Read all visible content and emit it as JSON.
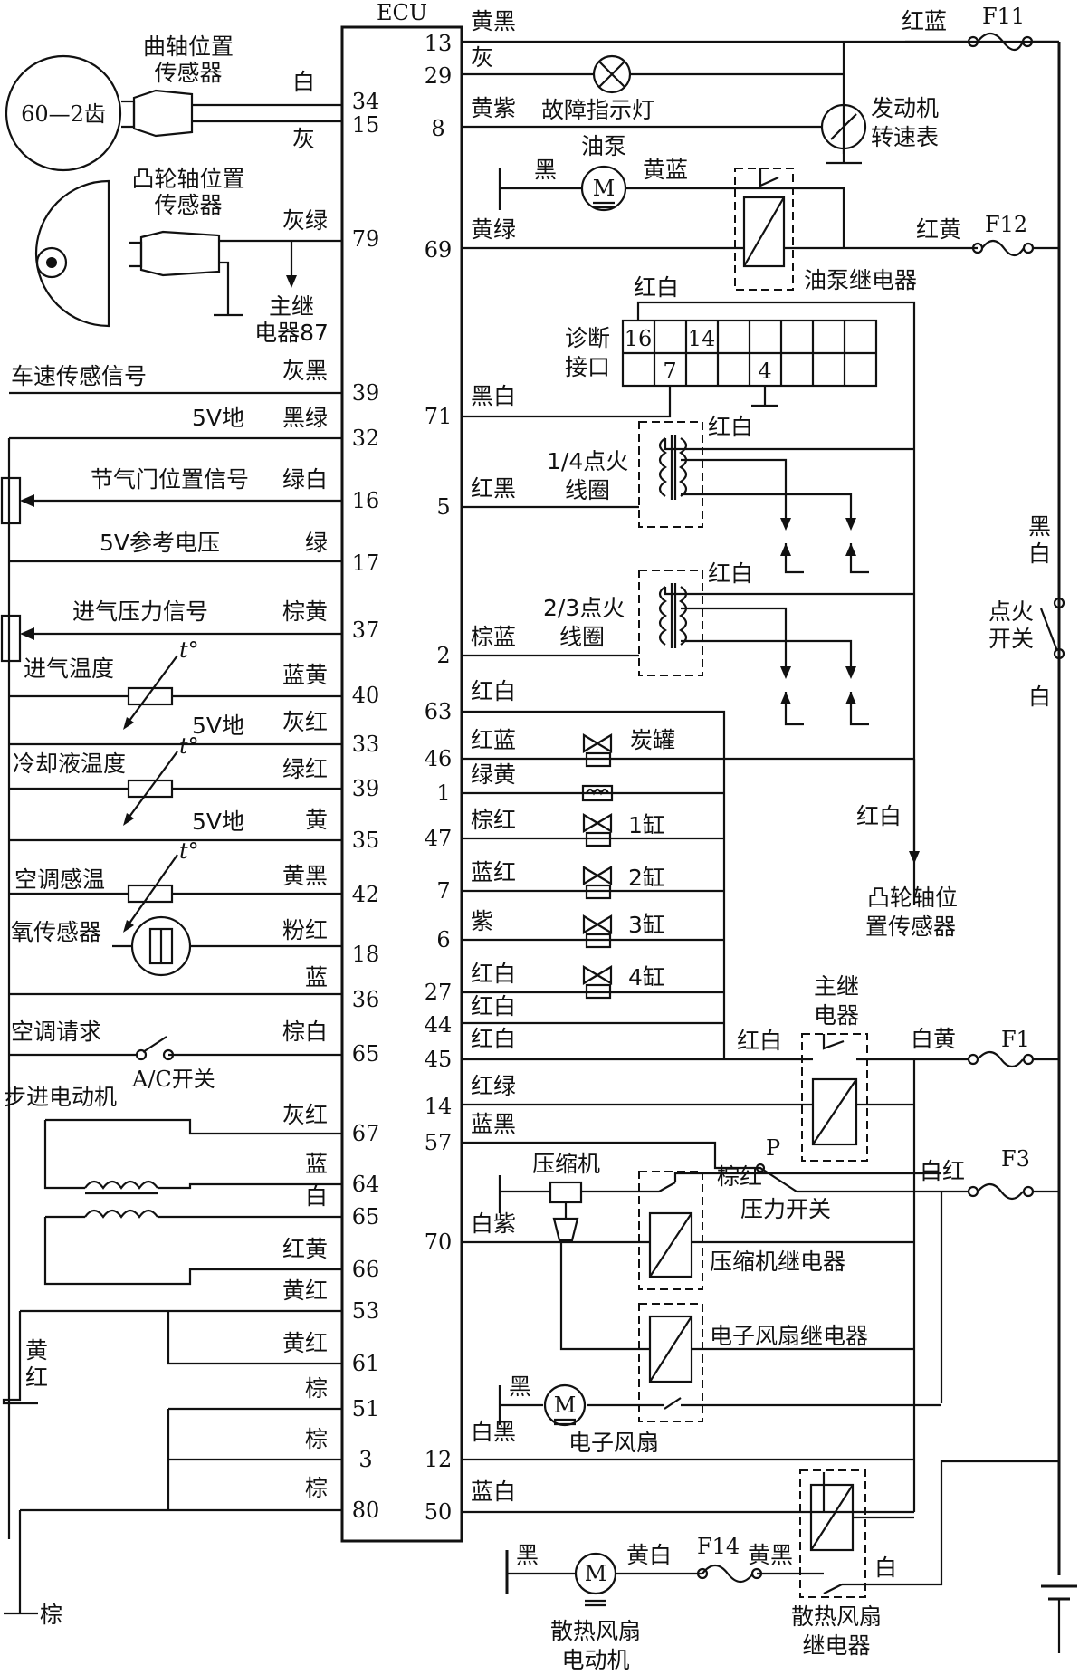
{
  "ecu": {
    "title": "ECU"
  },
  "left": {
    "crank_title": [
      "曲轴位置",
      "传感器"
    ],
    "crank_wheel": "60—2齿",
    "cam_title": [
      "凸轮轴位置",
      "传感器"
    ],
    "main_relay_87": [
      "主继",
      "电器87"
    ],
    "vss": "车速传感信号",
    "gnd5v": "5V地",
    "tps": "节气门位置信号",
    "vref": "5V参考电压",
    "map": "进气压力信号",
    "iat": "进气温度",
    "ect": "冷却液温度",
    "ac_temp": "空调感温",
    "o2": "氧传感器",
    "ac_req": "空调请求",
    "ac_switch": "A/C开关",
    "stepper": "步进电动机",
    "temp_symbol": "t°",
    "ground_yellow_red": [
      "黄",
      "红"
    ],
    "ground_brown": "棕"
  },
  "left_wires": [
    {
      "color": "白",
      "pin": "34"
    },
    {
      "color": "灰",
      "pin": "15"
    },
    {
      "color": "灰绿",
      "pin": "79"
    },
    {
      "color": "灰黑",
      "pin": "39"
    },
    {
      "color": "黑绿",
      "pin": "32"
    },
    {
      "color": "绿白",
      "pin": "16"
    },
    {
      "color": "绿",
      "pin": "17"
    },
    {
      "color": "棕黄",
      "pin": "37"
    },
    {
      "color": "蓝黄",
      "pin": "40"
    },
    {
      "color": "灰红",
      "pin": "33"
    },
    {
      "color": "绿红",
      "pin": "39"
    },
    {
      "color": "黄",
      "pin": "35"
    },
    {
      "color": "黄黑",
      "pin": "42"
    },
    {
      "color": "粉红",
      "pin": "18"
    },
    {
      "color": "蓝",
      "pin": "36"
    },
    {
      "color": "棕白",
      "pin": "65"
    },
    {
      "color": "灰红",
      "pin": "67"
    },
    {
      "color": "蓝",
      "pin": "64"
    },
    {
      "color": "白",
      "pin": "65"
    },
    {
      "color": "红黄",
      "pin": "66"
    },
    {
      "color": "黄红",
      "pin": "53"
    },
    {
      "color": "黄红",
      "pin": "61"
    },
    {
      "color": "棕",
      "pin": "51"
    },
    {
      "color": "棕",
      "pin": "3"
    },
    {
      "color": "棕",
      "pin": "80"
    }
  ],
  "right_wires": [
    {
      "color": "黄黑",
      "pin": "13"
    },
    {
      "color": "灰",
      "pin": "29"
    },
    {
      "color": "黄紫",
      "pin": "8"
    },
    {
      "color": "黄绿",
      "pin": "69"
    },
    {
      "color": "黑白",
      "pin": "71"
    },
    {
      "color": "红黑",
      "pin": "5"
    },
    {
      "color": "棕蓝",
      "pin": "2"
    },
    {
      "color": "红白",
      "pin": "63"
    },
    {
      "color": "红蓝",
      "pin": "46"
    },
    {
      "color": "绿黄",
      "pin": "1"
    },
    {
      "color": "棕红",
      "pin": "47"
    },
    {
      "color": "蓝红",
      "pin": "7"
    },
    {
      "color": "紫",
      "pin": "6"
    },
    {
      "color": "红白",
      "pin": "27"
    },
    {
      "color": "红白",
      "pin": "44"
    },
    {
      "color": "红白",
      "pin": "45"
    },
    {
      "color": "红绿",
      "pin": "14"
    },
    {
      "color": "蓝黑",
      "pin": "57"
    },
    {
      "color": "白紫",
      "pin": "70"
    },
    {
      "color": "白黑",
      "pin": "12"
    },
    {
      "color": "蓝白",
      "pin": "50"
    }
  ],
  "right": {
    "fault_lamp": "故障指示灯",
    "tacho": [
      "发动机",
      "转速表"
    ],
    "fuel_pump": "油泵",
    "fuel_pump_relay": "油泵继电器",
    "motor_symbol": "M",
    "black": "黑",
    "yellow_blue": "黄蓝",
    "red_white": "红白",
    "red_blue": "红蓝",
    "red_yellow": "红黄",
    "f11": "F11",
    "f12": "F12",
    "f1": "F1",
    "f3": "F3",
    "f14": "F14",
    "diag": [
      "诊断",
      "接口"
    ],
    "diag_pins": {
      "p16": "16",
      "p14": "14",
      "p7": "7",
      "p4": "4"
    },
    "coil14": [
      "1/4点火",
      "线圈"
    ],
    "coil23": [
      "2/3点火",
      "线圈"
    ],
    "canister": "炭罐",
    "cyl": [
      "1缸",
      "2缸",
      "3缸",
      "4缸"
    ],
    "cam_sensor_feed": [
      "凸轮轴位",
      "置传感器"
    ],
    "ign_switch": [
      "点火",
      "开关"
    ],
    "ign_black_white": [
      "黑",
      "白"
    ],
    "ign_white": "白",
    "main_relay": [
      "主继",
      "电器"
    ],
    "white_yellow": "白黄",
    "white_red": "白红",
    "brown_red": "棕红",
    "pressure_p": "P",
    "pressure_switch": "压力开关",
    "compressor": "压缩机",
    "compressor_relay": "压缩机继电器",
    "fan_relay": "电子风扇继电器",
    "fan": "电子风扇",
    "rad_fan_motor": [
      "散热风扇",
      "电动机"
    ],
    "rad_fan_relay": [
      "散热风扇",
      "继电器"
    ],
    "yellow_white": "黄白",
    "yellow_black": "黄黑",
    "white": "白"
  }
}
